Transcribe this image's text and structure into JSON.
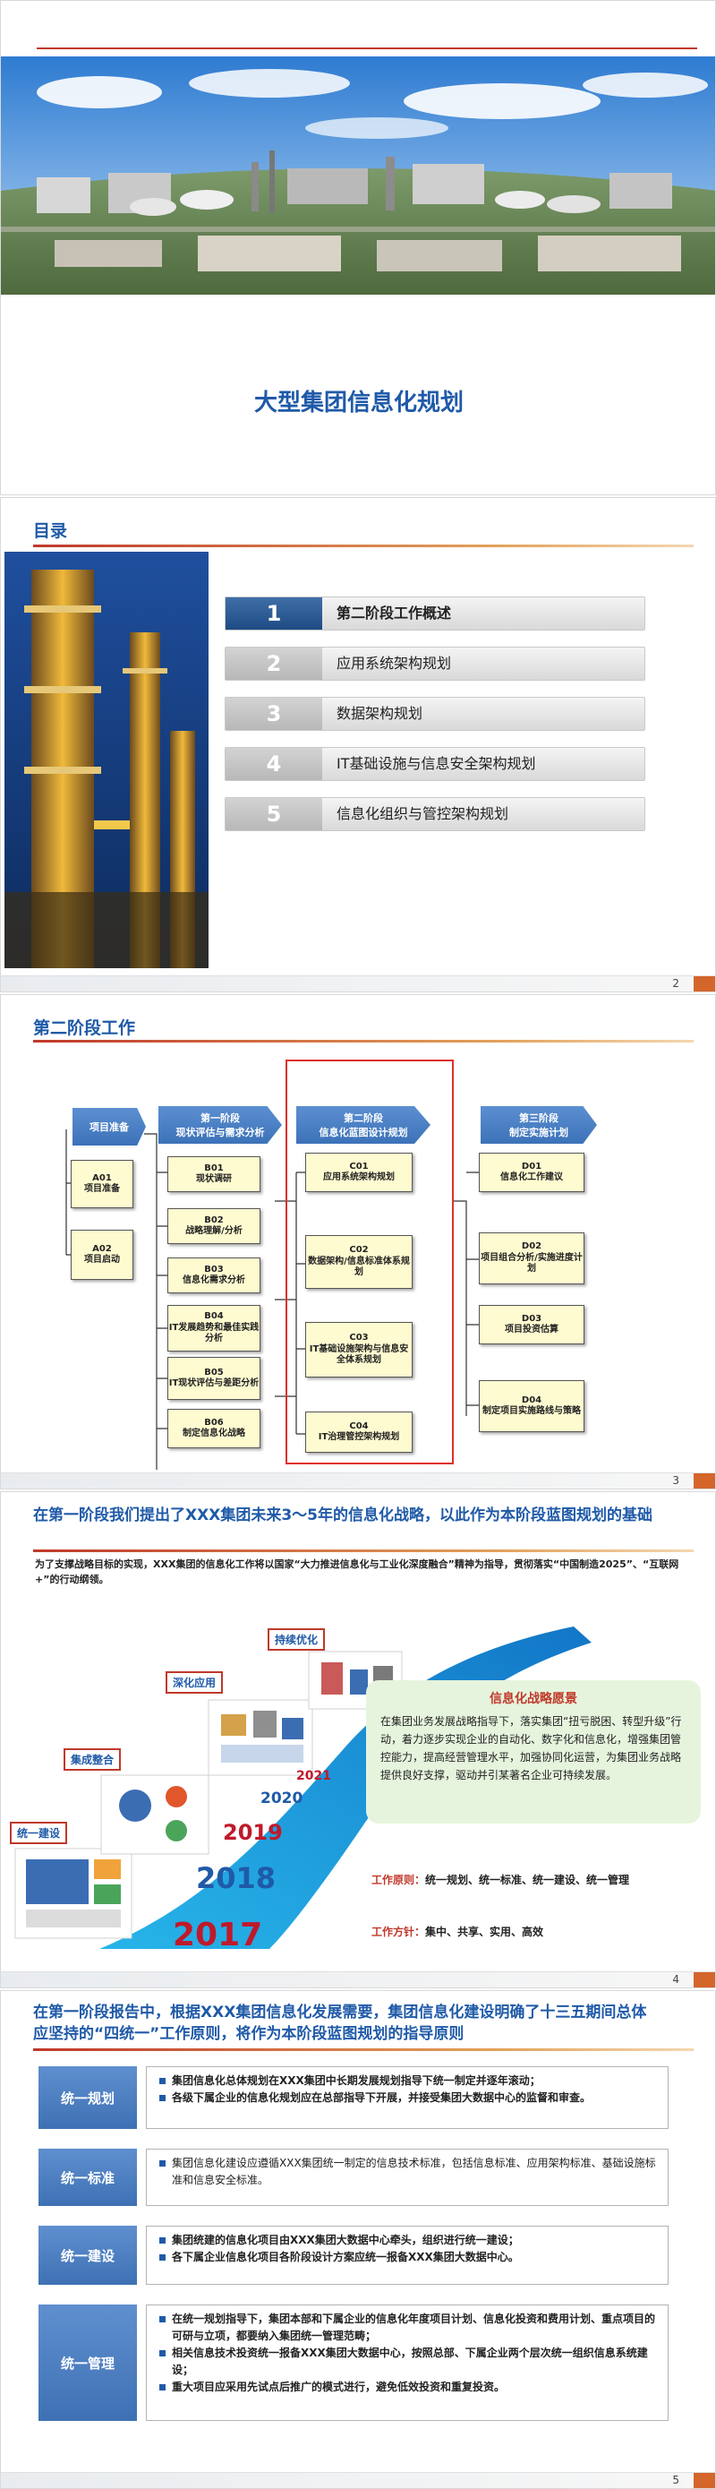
{
  "slide1": {
    "title": "大型集团信息化规划"
  },
  "slide2": {
    "heading": "目录",
    "page": "2",
    "items": [
      {
        "num": "1",
        "label": "第二阶段工作概述",
        "active": true
      },
      {
        "num": "2",
        "label": "应用系统架构规划"
      },
      {
        "num": "3",
        "label": "数据架构规划"
      },
      {
        "num": "4",
        "label": "IT基础设施与信息安全架构规划"
      },
      {
        "num": "5",
        "label": "信息化组织与管控架构规划"
      }
    ]
  },
  "slide3": {
    "heading": "第二阶段工作",
    "page": "3",
    "heads": {
      "prep": "项目准备",
      "phase1_line1": "第一阶段",
      "phase1_line2": "现状评估与需求分析",
      "phase2_line1": "第二阶段",
      "phase2_line2": "信息化蓝图设计规划",
      "phase3_line1": "第三阶段",
      "phase3_line2": "制定实施计划"
    },
    "A": [
      {
        "code": "A01",
        "text": "项目准备"
      },
      {
        "code": "A02",
        "text": "项目启动"
      }
    ],
    "B": [
      {
        "code": "B01",
        "text": "现状调研"
      },
      {
        "code": "B02",
        "text": "战略理解/分析"
      },
      {
        "code": "B03",
        "text": "信息化需求分析"
      },
      {
        "code": "B04",
        "text": "IT发展趋势和最佳实践分析"
      },
      {
        "code": "B05",
        "text": "IT现状评估与差距分析"
      },
      {
        "code": "B06",
        "text": "制定信息化战略"
      }
    ],
    "C": [
      {
        "code": "C01",
        "text": "应用系统架构规划"
      },
      {
        "code": "C02",
        "text": "数据架构/信息标准体系规划"
      },
      {
        "code": "C03",
        "text": "IT基础设施架构与信息安全体系规划"
      },
      {
        "code": "C04",
        "text": "IT治理管控架构规划"
      }
    ],
    "D": [
      {
        "code": "D01",
        "text": "信息化工作建议"
      },
      {
        "code": "D02",
        "text": "项目组合分析/实施进度计划"
      },
      {
        "code": "D03",
        "text": "项目投资估算"
      },
      {
        "code": "D04",
        "text": "制定项目实施路线与策略"
      }
    ]
  },
  "slide4": {
    "title": "在第一阶段我们提出了XXX集团未来3～5年的信息化战略，以此作为本阶段蓝图规划的基础",
    "intro": "为了支撑战略目标的实现，XXX集团的信息化工作将以国家“大力推进信息化与工业化深度融合”精神为指导，贯彻落实“中国制造2025”、“互联网+”的行动纲领。",
    "page": "4",
    "stages": [
      "统一建设",
      "集成整合",
      "深化应用",
      "持续优化"
    ],
    "years": [
      "2017",
      "2018",
      "2019",
      "2020",
      "2021"
    ],
    "vision_title": "信息化战略愿景",
    "vision_text": "在集团业务发展战略指导下，落实集团“扭亏脱困、转型升级”行动，着力逐步实现企业的自动化、数字化和信息化，增强集团管控能力，提高经营管理水平，加强协同化运营，为集团业务战略提供良好支撑，驱动并引某著名企业可持续发展。",
    "principle_label": "工作原则：",
    "principle_text": "统一规划、统一标准、统一建设、统一管理",
    "policy_label": "工作方针：",
    "policy_text": "集中、共享、实用、高效"
  },
  "slide5": {
    "title": "在第一阶段报告中，根据XXX集团信息化发展需要，集团信息化建设明确了十三五期间总体应坚持的“四统一”工作原则，将作为本阶段蓝图规划的指导原则",
    "page": "5",
    "rows": [
      {
        "label": "统一规划",
        "items": [
          "集团信息化总体规划在XXX集团中长期发展规划指导下统一制定并逐年滚动；",
          "各级下属企业的信息化规划应在总部指导下开展，并接受集团大数据中心的监督和审查。"
        ]
      },
      {
        "label": "统一标准",
        "items": [
          "集团信息化建设应遵循XXX集团统一制定的信息技术标准，包括信息标准、应用架构标准、基础设施标准和信息安全标准。"
        ]
      },
      {
        "label": "统一建设",
        "items": [
          "集团统建的信息化项目由XXX集团大数据中心牵头，组织进行统一建设；",
          "各下属企业信息化项目各阶段设计方案应统一报备XXX集团大数据中心。"
        ]
      },
      {
        "label": "统一管理",
        "items": [
          "在统一规划指导下，集团本部和下属企业的信息化年度项目计划、信息化投资和费用计划、重点项目的可研与立项，都要纳入集团统一管理范畴；",
          "相关信息技术投资统一报备XXX集团大数据中心，按照总部、下属企业两个层次统一组织信息系统建设；",
          "重大项目应采用先试点后推广的模式进行，避免低效投资和重复投资。"
        ]
      }
    ]
  }
}
